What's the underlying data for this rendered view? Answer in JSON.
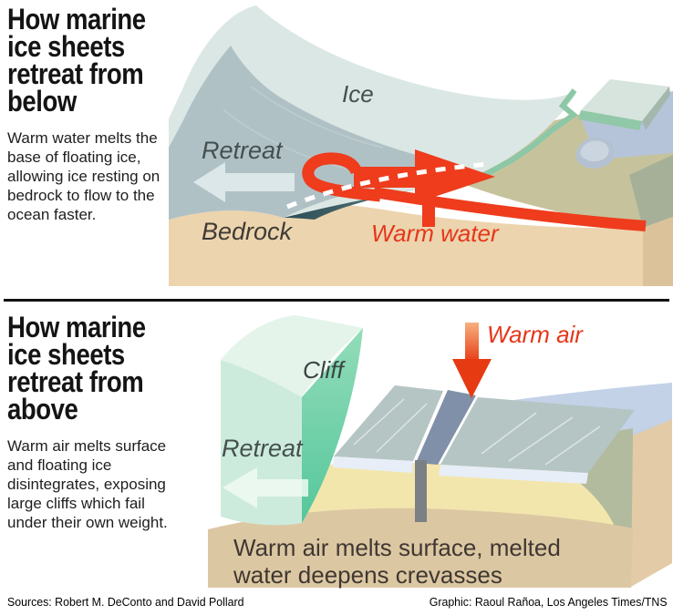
{
  "panels": {
    "below": {
      "headline": "How marine\nice sheets\nretreat from\nbelow",
      "description": "Warm water melts the base of floating ice, allowing ice resting on bedrock to flow to the ocean faster.",
      "labels": {
        "ice": "Ice",
        "retreat": "Retreat",
        "bedrock": "Bedrock",
        "warm_water": "Warm water"
      }
    },
    "above": {
      "headline": "How marine\nice sheets\nretreat from\nabove",
      "description": "Warm air melts surface and floating ice disintegrates, exposing large cliffs which fail under their own weight.",
      "labels": {
        "cliff": "Cliff",
        "retreat": "Retreat",
        "warm_air": "Warm air"
      },
      "caption": "Warm air melts surface, melted\nwater deepens crevasses"
    }
  },
  "footer": {
    "sources": "Sources: Robert M. DeConto and David Pollard",
    "credit": "Graphic: Raoul Rañoa, Los Angeles Times/TNS"
  },
  "colors": {
    "warm_accent": "#e8391b",
    "ice_top": "#dbe7e4",
    "ice_flank": "#b0c1c6",
    "bedrock_tan": "#ecd4ae",
    "cliff_green": "#7fd2ac",
    "water_khaki": "#c6c39c",
    "water_blue": "#c3d2e7",
    "label_gray": "#44504f"
  }
}
